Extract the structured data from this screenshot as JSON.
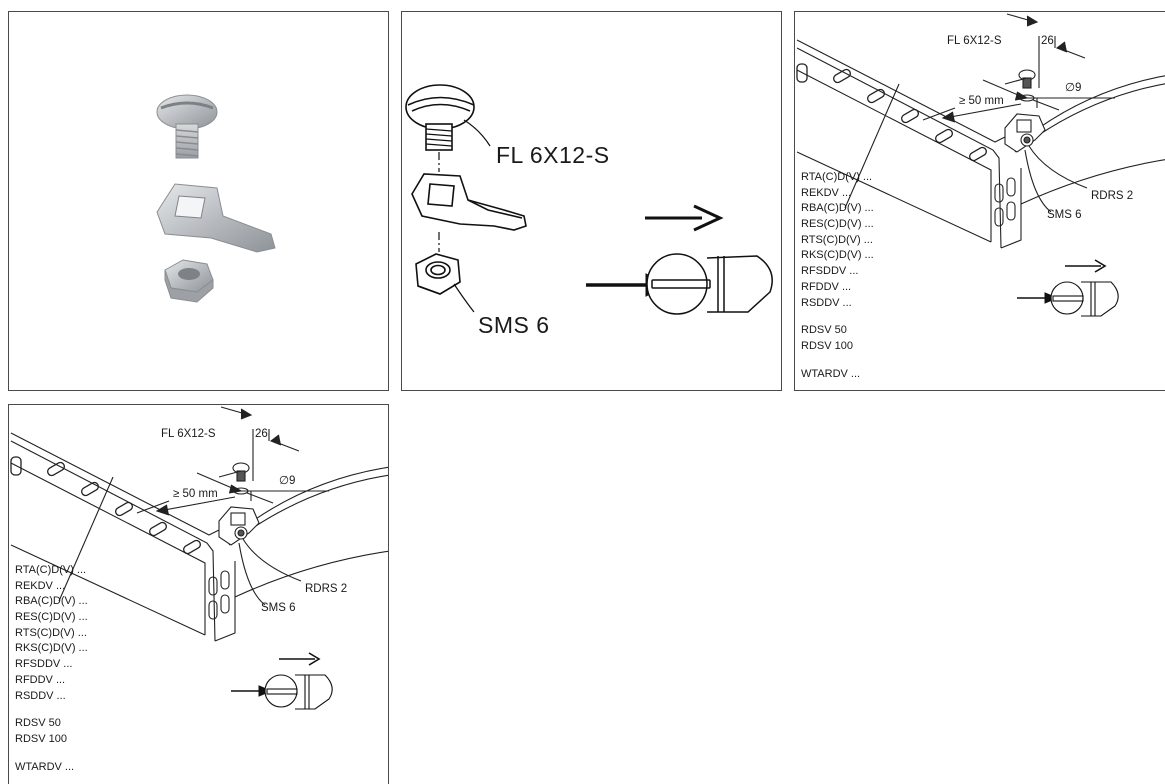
{
  "panel2": {
    "screw_label": "FL 6X12-S",
    "nut_label": "SMS 6"
  },
  "detail": {
    "screw_label": "FL 6X12-S",
    "dim_26": "26",
    "dim_50": "≥ 50 mm",
    "dim_dia": "∅9",
    "connector_label": "RDRS 2",
    "nut_label": "SMS 6",
    "parts_group1": [
      "RTA(C)D(V) ...",
      "REKDV ...",
      "RBA(C)D(V) ...",
      "RES(C)D(V) ...",
      "RTS(C)D(V) ...",
      "RKS(C)D(V) ...",
      "RFSDDV ...",
      "RFDDV ...",
      "RSDDV ..."
    ],
    "parts_group2": [
      "RDSV 50",
      "RDSV 100"
    ],
    "parts_group3": [
      "WTARDV ..."
    ]
  }
}
